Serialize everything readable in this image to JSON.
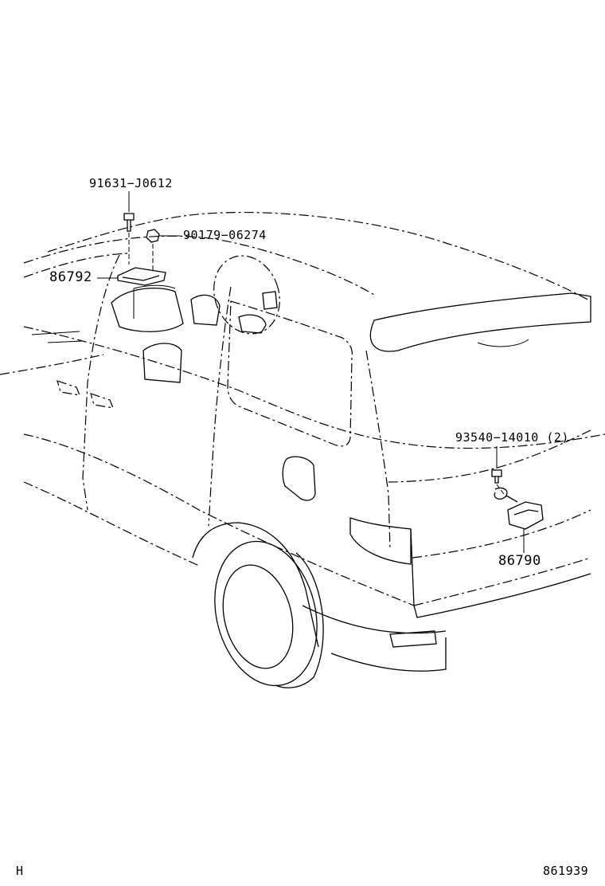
{
  "parts": {
    "bolt_top": "91631−J0612",
    "nut_top": "90179−06274",
    "lamp_front": "86792",
    "screw_rear": "93540−14010 (2)",
    "lamp_rear": "86790"
  },
  "footer": {
    "left": "H",
    "right": "861939"
  }
}
